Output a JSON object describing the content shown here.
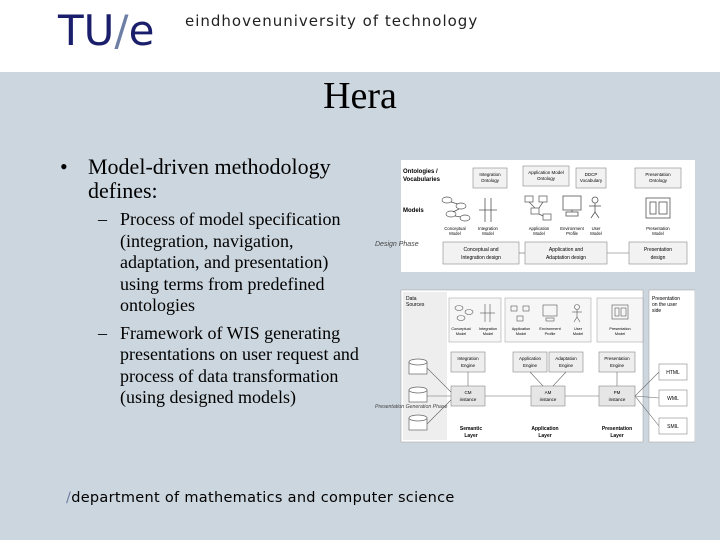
{
  "header": {
    "logo_tu": "TU",
    "logo_slash": "/",
    "logo_e": "e",
    "university": "eindhovenuniversity of technology"
  },
  "slide": {
    "title": "Hera",
    "bullet": "Model-driven methodology defines:",
    "subbullets": [
      "Process of model specification (integration, navigation, adaptation, and presentation) using terms from predefined ontologies",
      "Framework of WIS generating presentations on user request and process of data transformation (using designed models)"
    ]
  },
  "diagram": {
    "ontologies_label": [
      "Ontologies /",
      "Vocabularies"
    ],
    "models_label": "Models",
    "ontology_boxes": [
      [
        "Integration",
        "Ontology"
      ],
      [
        "Application Model",
        "Ontology"
      ],
      [
        "DDCP",
        "Vocabulary"
      ],
      [
        "Presentation",
        "Ontology"
      ]
    ],
    "model_labels": [
      [
        "Conceptual",
        "Model"
      ],
      [
        "Integration",
        "Model"
      ],
      [
        "Application",
        "Model"
      ],
      [
        "Environment",
        "Profile"
      ],
      [
        "User",
        "Model"
      ],
      [
        "Presentation",
        "Model"
      ]
    ],
    "design_phase_label": "Design Phase",
    "design_boxes": [
      [
        "Conceptual and",
        "Integration design"
      ],
      [
        "Application and",
        "Adaptation design"
      ],
      [
        "Presentation",
        "design"
      ]
    ],
    "data_sources_label": [
      "Data",
      "Sources"
    ],
    "presentation_label": [
      "Presentation",
      "on the user",
      "side"
    ],
    "runtime_model_labels": [
      [
        "Conceptual",
        "Model"
      ],
      [
        "Integration",
        "Model"
      ],
      [
        "Application",
        "Model"
      ],
      [
        "Environment",
        "Profile"
      ],
      [
        "User",
        "Model"
      ],
      [
        "Presentation",
        "Model"
      ]
    ],
    "engines": [
      [
        "Integration",
        "Engine"
      ],
      [
        "Application",
        "Engine"
      ],
      [
        "Adaptation",
        "Engine"
      ],
      [
        "Presentation",
        "Engine"
      ]
    ],
    "instances": [
      [
        "CM",
        "instance"
      ],
      [
        "AM",
        "instance"
      ],
      [
        "PM",
        "instance"
      ]
    ],
    "formats": [
      "HTML",
      "WML",
      "SMIL"
    ],
    "layers": [
      [
        "Semantic",
        "Layer"
      ],
      [
        "Application",
        "Layer"
      ],
      [
        "Presentation",
        "Layer"
      ]
    ],
    "generation_phase_label": "Presentation Generation Phase"
  },
  "footer": {
    "slash": "/",
    "text": "department of mathematics and computer science"
  }
}
